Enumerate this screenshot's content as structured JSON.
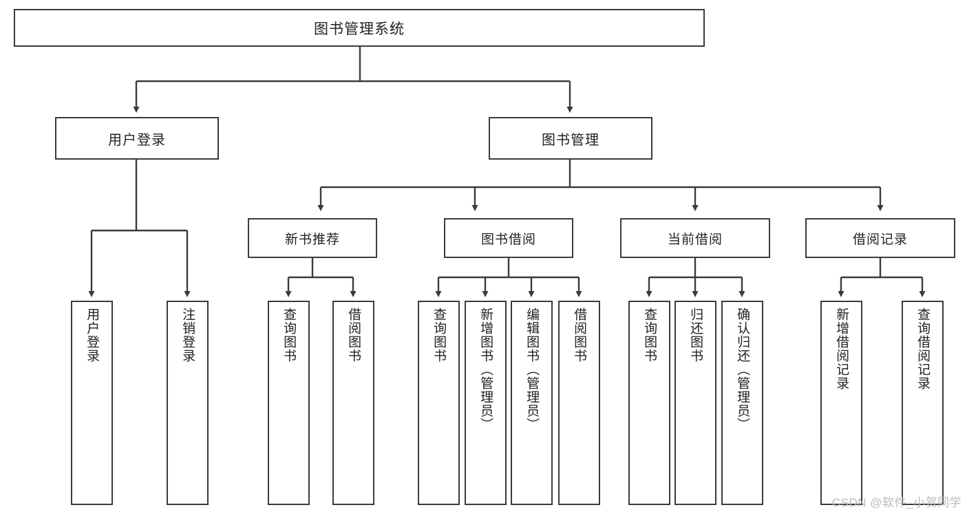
{
  "diagram": {
    "title": "图书管理系统",
    "type": "tree",
    "watermark": "CSDN @软件_小贺同学",
    "colors": {
      "box_border": "#3a3a3a",
      "box_fill": "#ffffff",
      "edge": "#3a3a3a",
      "text": "#222222",
      "watermark": "#b9b9b9"
    },
    "root": {
      "label": "图书管理系统"
    },
    "level2": [
      {
        "label": "用户登录"
      },
      {
        "label": "图书管理"
      }
    ],
    "level3": [
      {
        "label": "新书推荐"
      },
      {
        "label": "图书借阅"
      },
      {
        "label": "当前借阅"
      },
      {
        "label": "借阅记录"
      }
    ],
    "leaves": {
      "user_login": [
        {
          "label": "用户登录"
        },
        {
          "label": "注销登录"
        }
      ],
      "new_book_recommend": [
        {
          "label": "查询图书"
        },
        {
          "label": "借阅图书"
        }
      ],
      "book_borrow": [
        {
          "label": "查询图书"
        },
        {
          "label": "新增图书（管理员）"
        },
        {
          "label": "编辑图书（管理员）"
        },
        {
          "label": "借阅图书"
        }
      ],
      "current_borrow": [
        {
          "label": "查询图书"
        },
        {
          "label": "归还图书"
        },
        {
          "label": "确认归还（管理员）"
        }
      ],
      "borrow_record": [
        {
          "label": "新增借阅记录"
        },
        {
          "label": "查询借阅记录"
        }
      ]
    }
  }
}
